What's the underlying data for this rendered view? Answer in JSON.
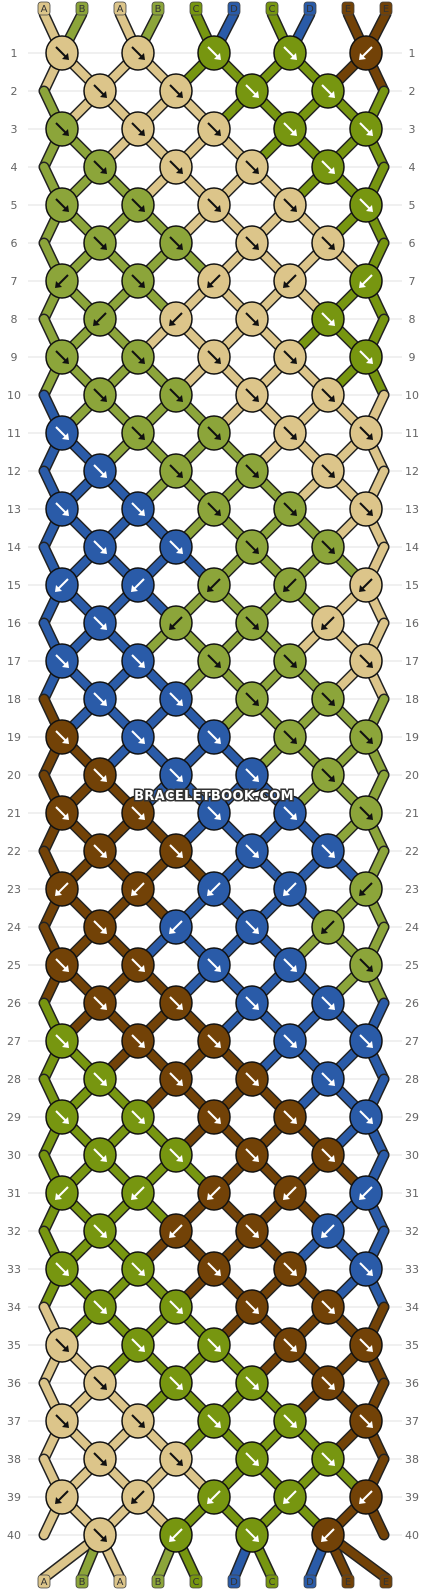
{
  "watermark": "BRACELETBOOK.COM",
  "colors": {
    "A": "#dcc58a",
    "B": "#8ca53a",
    "C": "#779610",
    "D": "#2a5ba8",
    "E": "#724207"
  },
  "top_strands": [
    "A",
    "B",
    "A",
    "B",
    "C",
    "D",
    "C",
    "D",
    "E",
    "E"
  ],
  "bottom_strands": [
    "A",
    "B",
    "A",
    "B",
    "C",
    "D",
    "C",
    "D",
    "E",
    "E"
  ],
  "rows": [
    [
      "A:dr",
      "A:dr",
      "C:dr",
      "C:dr",
      "E:dl"
    ],
    [
      "A:dr",
      "A:dr",
      "C:dr",
      "C:dr"
    ],
    [
      "B:dr",
      "A:dr",
      "A:dr",
      "C:dr",
      "C:dr"
    ],
    [
      "B:dr",
      "A:dr",
      "A:dr",
      "C:dr"
    ],
    [
      "B:dr",
      "B:dr",
      "A:dr",
      "A:dr",
      "C:dr"
    ],
    [
      "B:dr",
      "B:dr",
      "A:dr",
      "A:dr"
    ],
    [
      "B:dl",
      "B:dr",
      "A:dl",
      "A:dl",
      "C:dl"
    ],
    [
      "B:dl",
      "A:dl",
      "A:dr",
      "C:dr"
    ],
    [
      "B:dr",
      "B:dr",
      "A:dr",
      "A:dr",
      "C:dr"
    ],
    [
      "B:dr",
      "B:dr",
      "A:dr",
      "A:dr"
    ],
    [
      "D:dr",
      "B:dr",
      "B:dr",
      "A:dr",
      "A:dr"
    ],
    [
      "D:dr",
      "B:dr",
      "B:dr",
      "A:dr"
    ],
    [
      "D:dr",
      "D:dr",
      "B:dr",
      "B:dr",
      "A:dr"
    ],
    [
      "D:dr",
      "D:dr",
      "B:dr",
      "B:dr"
    ],
    [
      "D:dl",
      "D:dl",
      "B:dl",
      "B:dl",
      "A:dl"
    ],
    [
      "D:dr",
      "B:dl",
      "B:dr",
      "A:dl"
    ],
    [
      "D:dr",
      "D:dr",
      "B:dr",
      "B:dr",
      "A:dr"
    ],
    [
      "D:dr",
      "D:dr",
      "B:dr",
      "B:dr"
    ],
    [
      "E:dr",
      "D:dr",
      "D:dr",
      "B:dr",
      "B:dr"
    ],
    [
      "E:dr",
      "D:dr",
      "D:dr",
      "B:dr"
    ],
    [
      "E:dr",
      "E:dr",
      "D:dr",
      "D:dr",
      "B:dr"
    ],
    [
      "E:dr",
      "E:dr",
      "D:dr",
      "D:dr"
    ],
    [
      "E:dl",
      "E:dl",
      "D:dl",
      "D:dl",
      "B:dl"
    ],
    [
      "E:dr",
      "D:dl",
      "D:dr",
      "B:dl"
    ],
    [
      "E:dr",
      "E:dr",
      "D:dr",
      "D:dr",
      "B:dr"
    ],
    [
      "E:dr",
      "E:dr",
      "D:dr",
      "D:dr"
    ],
    [
      "C:dr",
      "E:dr",
      "E:dr",
      "D:dr",
      "D:dr"
    ],
    [
      "C:dr",
      "E:dr",
      "E:dr",
      "D:dr"
    ],
    [
      "C:dr",
      "C:dr",
      "E:dr",
      "E:dr",
      "D:dr"
    ],
    [
      "C:dr",
      "C:dr",
      "E:dr",
      "E:dr"
    ],
    [
      "C:dl",
      "C:dl",
      "E:dl",
      "E:dl",
      "D:dl"
    ],
    [
      "C:dr",
      "E:dl",
      "E:dr",
      "D:dl"
    ],
    [
      "C:dr",
      "C:dr",
      "E:dr",
      "E:dr",
      "D:dr"
    ],
    [
      "C:dr",
      "C:dr",
      "E:dr",
      "E:dr"
    ],
    [
      "A:dr",
      "C:dr",
      "C:dr",
      "E:dr",
      "E:dr"
    ],
    [
      "A:dr",
      "C:dr",
      "C:dr",
      "E:dr"
    ],
    [
      "A:dr",
      "A:dr",
      "C:dr",
      "C:dr",
      "E:dr"
    ],
    [
      "A:dr",
      "A:dr",
      "C:dr",
      "C:dr"
    ],
    [
      "A:dl",
      "A:dl",
      "C:dl",
      "C:dl",
      "E:dl"
    ],
    [
      "A:dr",
      "C:dl",
      "C:dr",
      "E:dl"
    ]
  ]
}
